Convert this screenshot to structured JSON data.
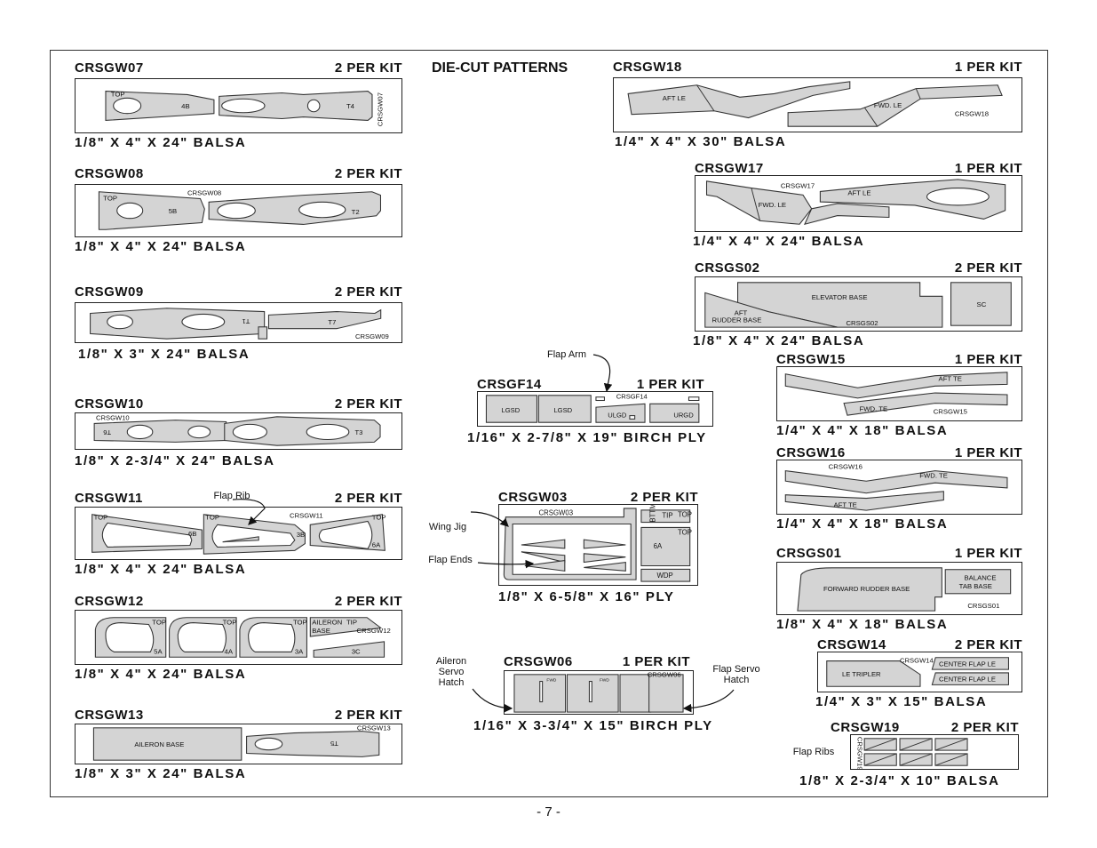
{
  "title": "DIE-CUT PATTERNS",
  "page_number": "- 7 -",
  "sheets": {
    "w07": {
      "name": "CRSGW07",
      "per": "2 PER KIT",
      "mat": "1/8\" X 4\" X 24\" BALSA",
      "labels": [
        "TOP",
        "4B",
        "T4",
        "CRSGW07"
      ]
    },
    "w08": {
      "name": "CRSGW08",
      "per": "2 PER KIT",
      "mat": "1/8\" X 4\" X 24\" BALSA",
      "labels": [
        "TOP",
        "5B",
        "CRSGW08",
        "T2"
      ]
    },
    "w09": {
      "name": "CRSGW09",
      "per": "2 PER KIT",
      "mat": "1/8\" X 3\" X 24\" BALSA",
      "labels": [
        "T1",
        "T7",
        "CRSGW09"
      ]
    },
    "w10": {
      "name": "CRSGW10",
      "per": "2 PER KIT",
      "mat": "1/8\" X 2-3/4\" X 24\" BALSA",
      "labels": [
        "CRSGW10",
        "T6",
        "T3"
      ]
    },
    "w11": {
      "name": "CRSGW11",
      "per": "2 PER KIT",
      "mat": "1/8\" X 4\" X 24\" BALSA",
      "labels": [
        "TOP",
        "6B",
        "TOP",
        "CRSGW11",
        "3B",
        "TOP",
        "6A"
      ]
    },
    "w12": {
      "name": "CRSGW12",
      "per": "2 PER KIT",
      "mat": "1/8\" X 4\" X 24\" BALSA",
      "labels": [
        "TOP",
        "5A",
        "TOP",
        "4A",
        "TOP",
        "3A",
        "AILERON",
        "TIP",
        "BASE",
        "CRSGW12",
        "3C"
      ]
    },
    "w13": {
      "name": "CRSGW13",
      "per": "2 PER KIT",
      "mat": "1/8\" X 3\" X 24\" BALSA",
      "labels": [
        "AILERON BASE",
        "CRSGW13",
        "T5"
      ]
    },
    "f14": {
      "name": "CRSGF14",
      "per": "1 PER KIT",
      "mat": "1/16\" X 2-7/8\" X 19\" BIRCH PLY",
      "labels": [
        "LGSD",
        "LGSD",
        "CRSGF14",
        "ULGD",
        "URGD"
      ]
    },
    "w03": {
      "name": "CRSGW03",
      "per": "2 PER KIT",
      "mat": "1/8\" X 6-5/8\" X 16\" PLY",
      "labels": [
        "CRSGW03",
        "TIP",
        "BTTM",
        "TOP",
        "TOP",
        "6A",
        "WDP"
      ]
    },
    "w06": {
      "name": "CRSGW06",
      "per": "1 PER KIT",
      "mat": "1/16\" X 3-3/4\" X 15\" BIRCH PLY",
      "labels": [
        "CRSGW06",
        "FWD",
        "FWD"
      ]
    },
    "w18": {
      "name": "CRSGW18",
      "per": "1 PER KIT",
      "mat": "1/4\" X 4\" X 30\" BALSA",
      "labels": [
        "AFT LE",
        "FWD. LE",
        "CRSGW18"
      ]
    },
    "w17": {
      "name": "CRSGW17",
      "per": "1 PER KIT",
      "mat": "1/4\" X 4\" X 24\" BALSA",
      "labels": [
        "CRSGW17",
        "AFT LE",
        "FWD. LE"
      ]
    },
    "s02": {
      "name": "CRSGS02",
      "per": "2 PER KIT",
      "mat": "1/8\" X 4\" X 24\" BALSA",
      "labels": [
        "ELEVATOR BASE",
        "SC",
        "AFT",
        "RUDDER BASE",
        "CRSGS02"
      ]
    },
    "w15": {
      "name": "CRSGW15",
      "per": "1 PER KIT",
      "mat": "1/4\" X 4\" X 18\" BALSA",
      "labels": [
        "AFT TE",
        "FWD. TE",
        "CRSGW15"
      ]
    },
    "w16": {
      "name": "CRSGW16",
      "per": "1 PER KIT",
      "mat": "1/4\" X 4\" X 18\" BALSA",
      "labels": [
        "CRSGW16",
        "FWD. TE",
        "AFT TE"
      ]
    },
    "s01": {
      "name": "CRSGS01",
      "per": "1 PER KIT",
      "mat": "1/8\" X 4\" X 18\" BALSA",
      "labels": [
        "FORWARD RUDDER BASE",
        "BALANCE",
        "TAB BASE",
        "CRSGS01"
      ]
    },
    "w14": {
      "name": "CRSGW14",
      "per": "2 PER KIT",
      "mat": "1/4\" X 3\" X 15\" BALSA",
      "labels": [
        "LE TRIPLER",
        "CRSGW14",
        "CENTER FLAP LE",
        "CENTER FLAP LE"
      ]
    },
    "w19": {
      "name": "CRSGW19",
      "per": "2 PER KIT",
      "mat": "1/8\" X 2-3/4\" X 10\" BALSA",
      "labels": [
        "CRSGW19"
      ]
    }
  },
  "callouts": {
    "flap_rib_w11": "Flap Rib",
    "flap_arm": "Flap Arm",
    "wing_jig": "Wing Jig",
    "flap_ends": "Flap Ends",
    "aileron_servo_hatch": [
      "Aileron",
      "Servo",
      "Hatch"
    ],
    "flap_servo_hatch": [
      "Flap Servo",
      "Hatch"
    ],
    "flap_ribs_w19": "Flap Ribs"
  }
}
